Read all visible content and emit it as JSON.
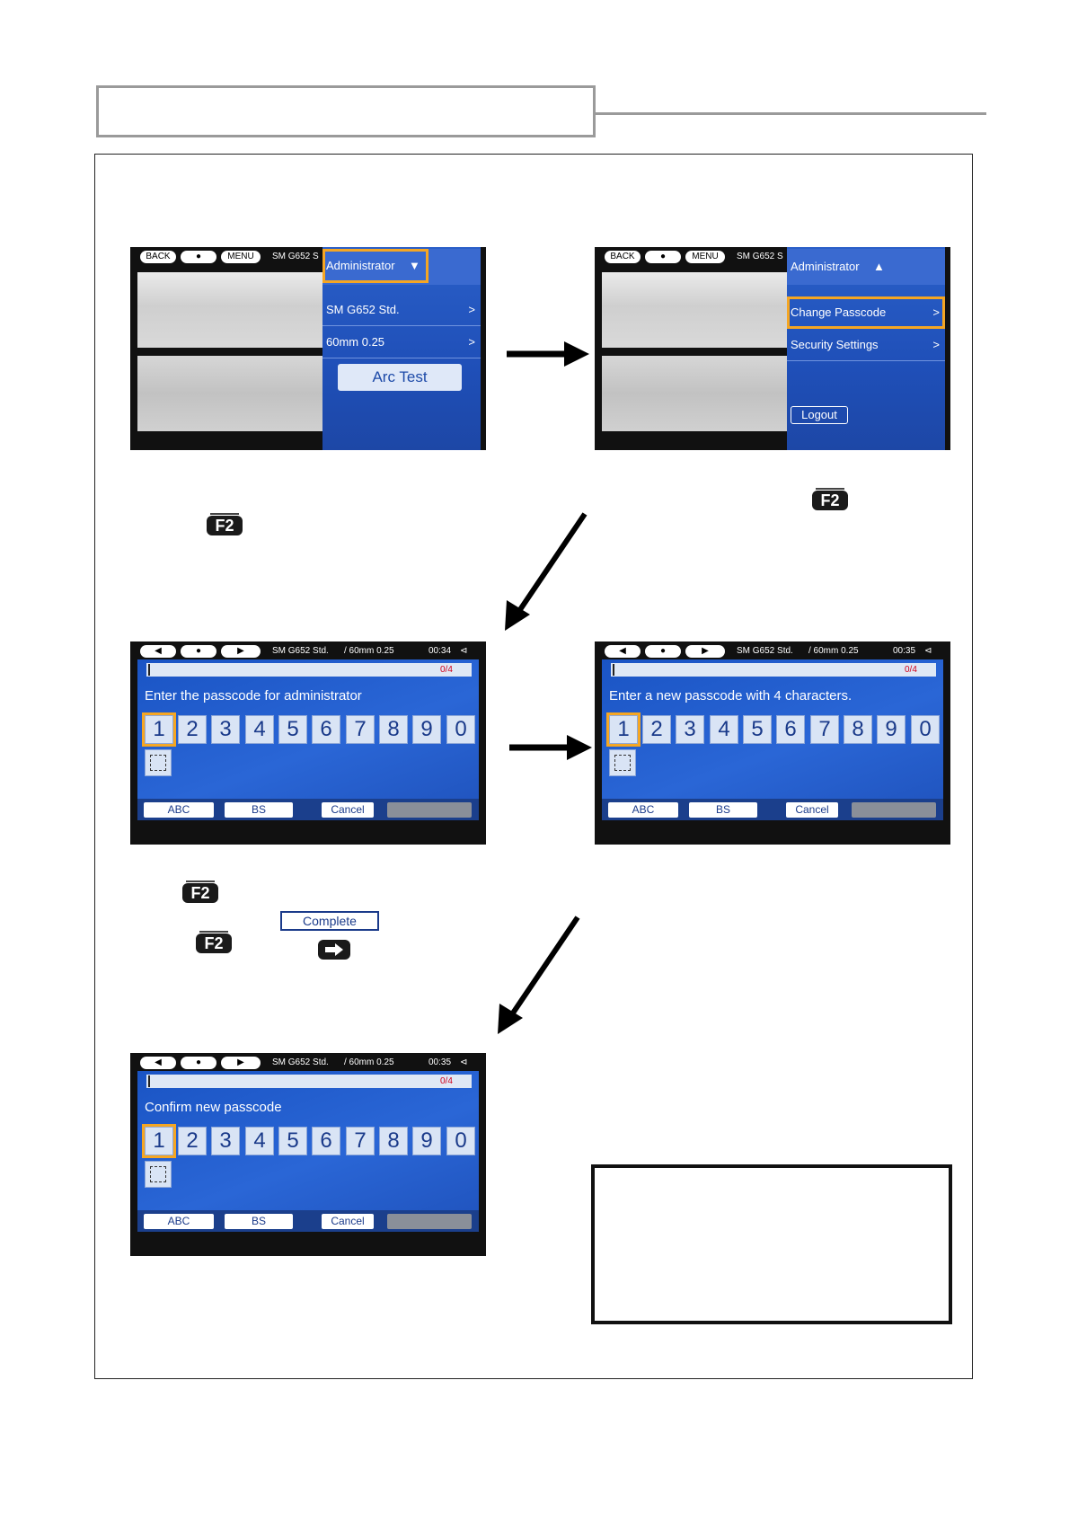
{
  "screen1": {
    "back": "BACK",
    "dot": "●",
    "menu": "MENU",
    "title": "SM G652 S",
    "header": "Administrator",
    "header_arrow": "▼",
    "items": [
      "SM G652 Std.",
      "60mm 0.25"
    ],
    "chevron": ">",
    "button": "Arc Test"
  },
  "screen2": {
    "back": "BACK",
    "dot": "●",
    "menu": "MENU",
    "title": "SM G652 S",
    "header": "Administrator",
    "header_arrow": "▲",
    "items": [
      "Change Passcode",
      "Security Settings"
    ],
    "chevron": ">",
    "button": "Logout"
  },
  "status": {
    "left_arrow": "◀",
    "dot": "●",
    "right_arrow": "▶",
    "profile": "SM G652 Std.",
    "splice": "/ 60mm 0.25",
    "time1": "00:34",
    "time2": "00:35",
    "time3": "00:35",
    "batt": "⊲"
  },
  "passcode": {
    "count": "0/4",
    "prompt1": "Enter the passcode for administrator",
    "prompt2": "Enter a new passcode with 4 characters.",
    "prompt3": "Confirm new passcode",
    "keys": [
      "1",
      "2",
      "3",
      "4",
      "5",
      "6",
      "7",
      "8",
      "9",
      "0"
    ],
    "btn_abc": "ABC",
    "btn_bs": "BS",
    "btn_cancel": "Cancel"
  },
  "keys": {
    "f2": "F2",
    "complete": "Complete"
  }
}
